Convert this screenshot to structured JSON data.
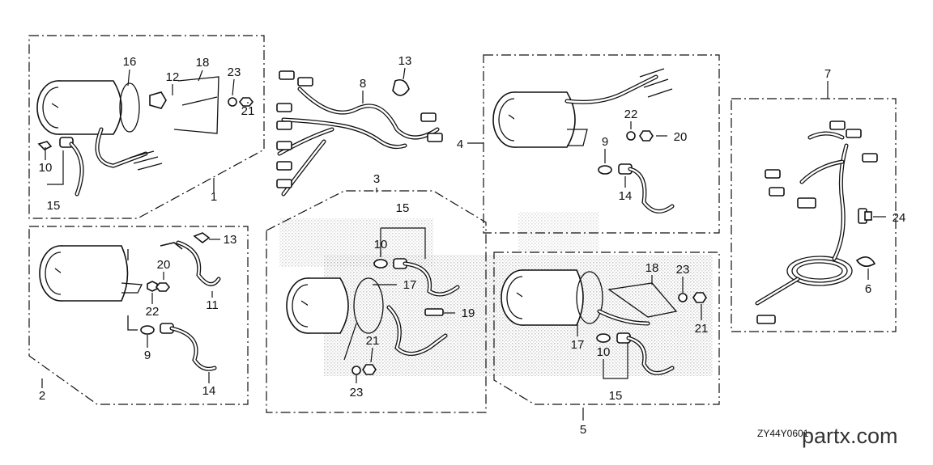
{
  "diagram": {
    "callouts": {
      "c1": "1",
      "c2": "2",
      "c3": "3",
      "c4": "4",
      "c5": "5",
      "c6": "6",
      "c7": "7",
      "c8": "8",
      "c11": "11",
      "c24": "24",
      "g1_16": "16",
      "g1_18": "18",
      "g1_12": "12",
      "g1_23": "23",
      "g1_21": "21",
      "g1_10": "10",
      "g1_15": "15",
      "g13a": "13",
      "g13b": "13",
      "g2_20": "20",
      "g2_22": "22",
      "g2_9": "9",
      "g2_14": "14",
      "g3_15": "15",
      "g3_10": "10",
      "g3_17": "17",
      "g3_19": "19",
      "g3_21": "21",
      "g3_23": "23",
      "g4_22": "22",
      "g4_20": "20",
      "g4_9": "9",
      "g4_14": "14",
      "g5_18": "18",
      "g5_23": "23",
      "g5_17": "17",
      "g5_10": "10",
      "g5_21": "21",
      "g5_15": "15"
    },
    "diagram_code": "ZY44Y0601",
    "watermark": "partx.com"
  }
}
